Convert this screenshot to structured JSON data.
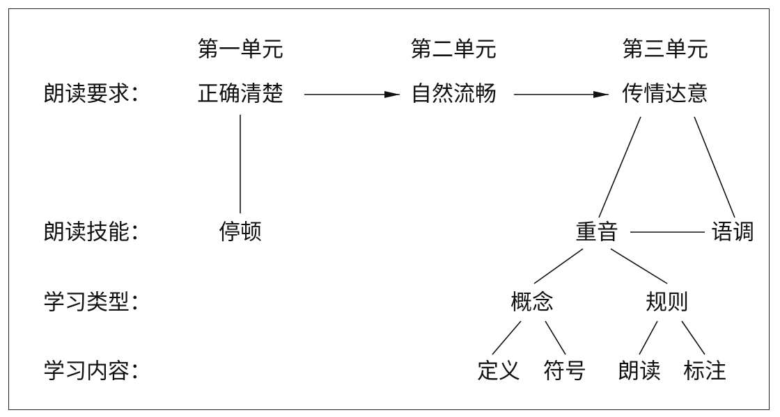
{
  "row_labels": {
    "requirements": "朗读要求：",
    "skills": "朗读技能：",
    "learning_type": "学习类型：",
    "learning_content": "学习内容："
  },
  "units": {
    "unit1": "第一单元",
    "unit2": "第二单元",
    "unit3": "第三单元"
  },
  "requirements": {
    "accurate": "正确清楚",
    "fluent": "自然流畅",
    "expressive": "传情达意"
  },
  "skills": {
    "pause": "停顿",
    "stress": "重音",
    "intonation": "语调"
  },
  "learning_types": {
    "concept": "概念",
    "rule": "规则"
  },
  "learning_contents": {
    "definition": "定义",
    "symbol": "符号",
    "reading": "朗读",
    "marking": "标注"
  }
}
